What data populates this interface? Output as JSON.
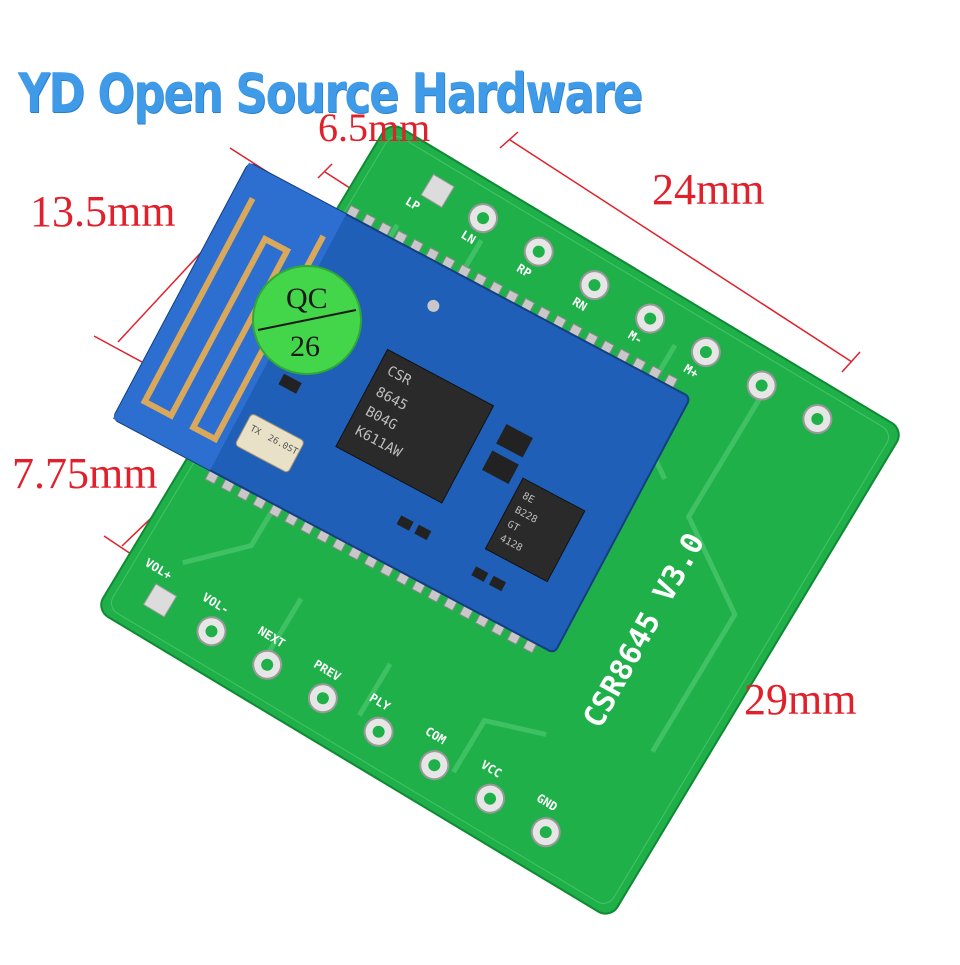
{
  "brand": {
    "text": "YD Open Source Hardware",
    "color": "#3f9be8"
  },
  "dimensions": {
    "width_top": "24mm",
    "antenna_width": "6.5mm",
    "antenna_length": "13.5mm",
    "side_offset": "7.75mm",
    "height_right": "29mm"
  },
  "board": {
    "model_label": "CSR8645 V3.0",
    "qc_sticker": [
      "QC",
      "26"
    ],
    "chip_main": [
      "CSR",
      "8645",
      "B04G",
      "K611AW"
    ],
    "chip_secondary": [
      "8E",
      "B228",
      "GT",
      "4128"
    ],
    "crystal": [
      "TX",
      "26.0ST"
    ],
    "top_pins": [
      "LP",
      "LN",
      "RP",
      "RN",
      "M-",
      "M+"
    ],
    "bottom_pins": [
      "VOL+",
      "VOL-",
      "NEXT",
      "PREV",
      "PLY",
      "COM",
      "VCC",
      "GND"
    ]
  },
  "colors": {
    "pcb_green": "#1fb04a",
    "module_blue": "#1f5fb8",
    "dimension_red": "#e0202a",
    "qc_green": "#44d64a"
  }
}
